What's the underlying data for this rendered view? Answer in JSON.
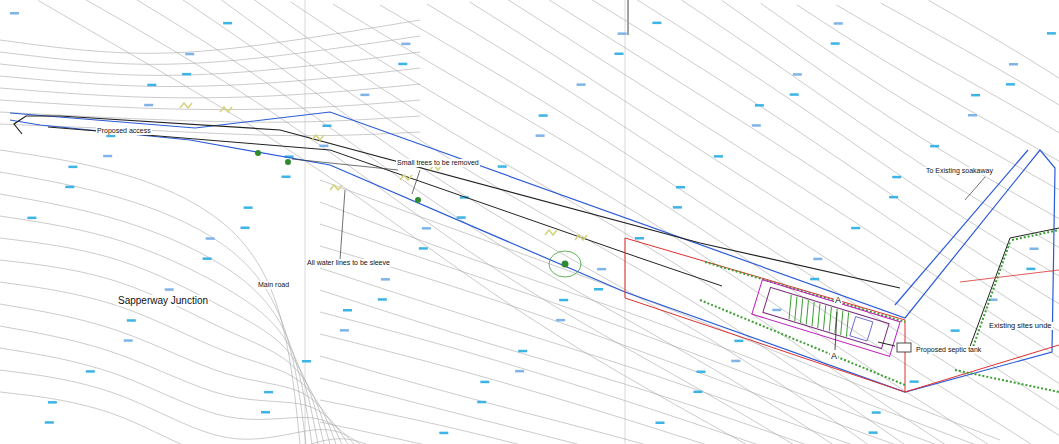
{
  "diagram": {
    "labels": [
      "Proposed access",
      "Small trees to be removed",
      "All water lines to be sleeve",
      "Main road",
      "Sapperway Junction",
      "To Existing soakaway",
      "Existing sites unde",
      "Proposed septic tank",
      "A",
      "A"
    ]
  }
}
